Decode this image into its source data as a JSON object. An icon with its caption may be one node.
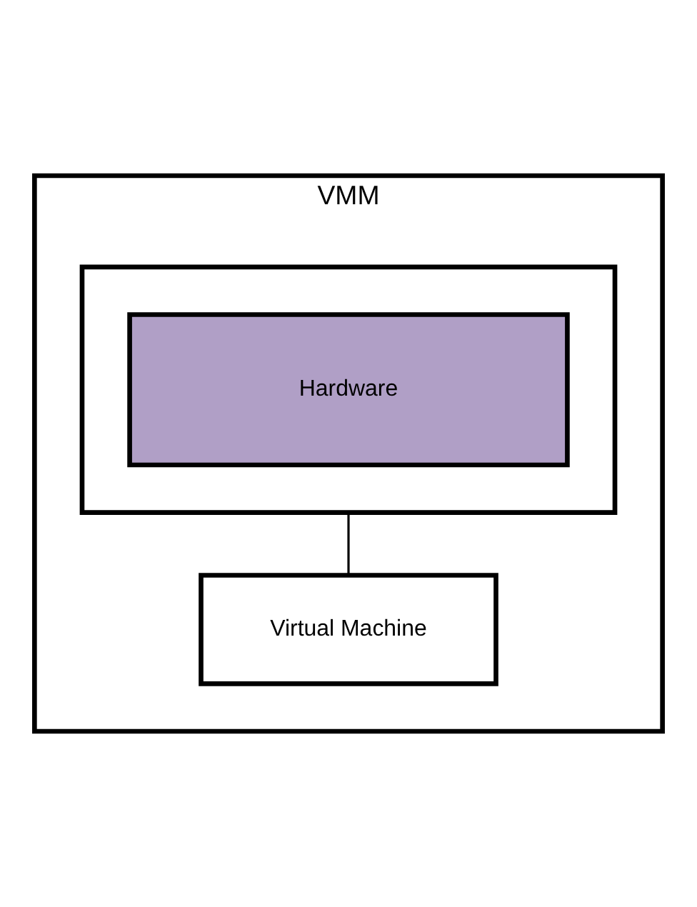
{
  "diagram": {
    "nodes": [
      {
        "text": [
          "VMM"
        ]
      },
      {
        "text": [],
        "shape": "box",
        "in": 0
      },
      {
        "text": [
          "Hardware"
        ],
        "in": 1
      },
      {
        "text": [
          "Virtual Machine"
        ],
        "in": 0
      }
    ],
    "edges": [
      {
        "from": 1,
        "to": 3,
        "arrow": "none"
      }
    ]
  }
}
